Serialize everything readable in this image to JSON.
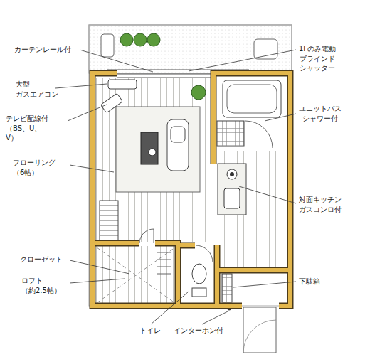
{
  "diagram": {
    "labels": [
      "カーテンレール付",
      "1Fのみ電動 ブラインド シャッター",
      "大型 ガスエアコン",
      "テレビ配線付 （BS、U、V）",
      "フローリング （6帖）",
      "ユニットバス シャワー付",
      "対面キッチン ガスコンロ付",
      "クローゼット",
      "ロフト （約2.5帖）",
      "下駄箱",
      "トイレ",
      "インターホン付"
    ]
  }
}
